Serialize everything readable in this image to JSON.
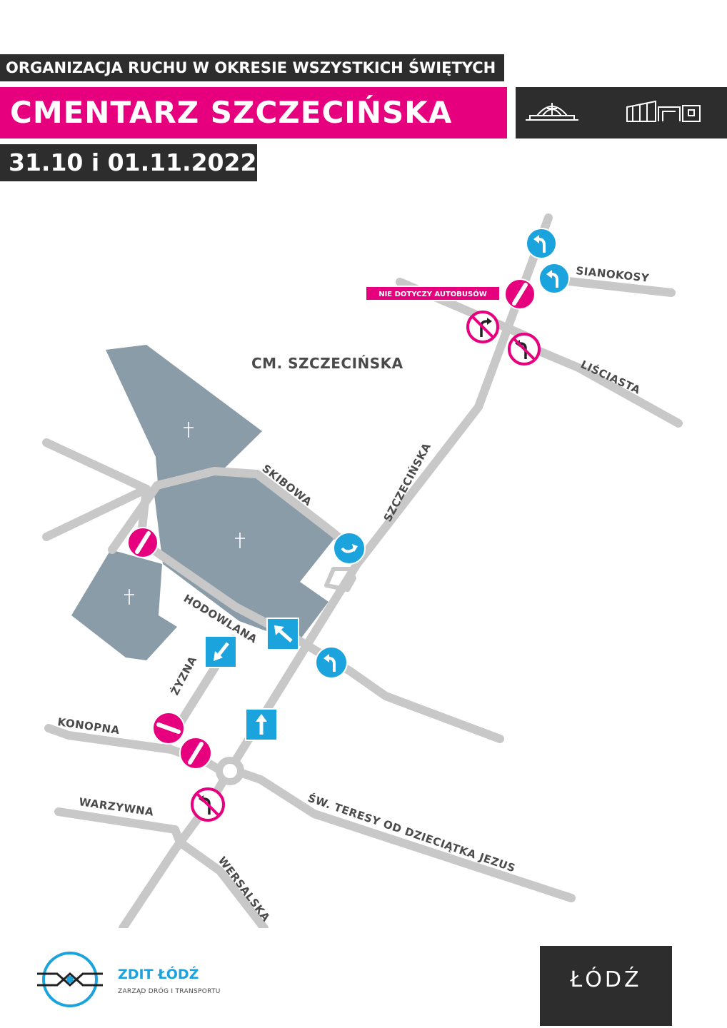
{
  "header": {
    "top_line": "ORGANIZACJA RUCHU W OKRESIE WSZYSTKICH ŚWIĘTYCH",
    "title": "CMENTARZ SZCZECIŃSKA",
    "date": "31.10 i 01.11.2022"
  },
  "map": {
    "cemetery_label": "CM. SZCZECIŃSKA",
    "bus_note": "NIE DOTYCZY AUTOBUSÓW",
    "streets": {
      "sianokosy": "SIANOKOSY",
      "lisciasta": "LIŚCIASTA",
      "szczecinska": "SZCZECIŃSKA",
      "skibowa": "SKIBOWA",
      "hodowlana": "HODOWLANA",
      "zyzna": "ŻYZNA",
      "konopna": "KONOPNA",
      "warzywna": "WARZYWNA",
      "wersalska": "WERSALSKA",
      "teresy": "ŚW. TERESY OD DZIECIĄTKA JEZUS"
    },
    "sign_types": {
      "no_entry": "no-entry-sign",
      "no_left": "no-left-turn-sign",
      "turn_left": "turn-left-sign",
      "one_way": "one-way-sign"
    },
    "colors": {
      "road": "#c8c8c8",
      "cemetery": "#8a9ca8",
      "prohibition": "#e6007e",
      "mandatory": "#1aa3dc"
    }
  },
  "footer": {
    "zdit_name": "ZDIT ŁÓDŹ",
    "zdit_subtitle": "ZARZĄD DRÓG I TRANSPORTU",
    "city_logo": "ŁÓDŹ"
  }
}
